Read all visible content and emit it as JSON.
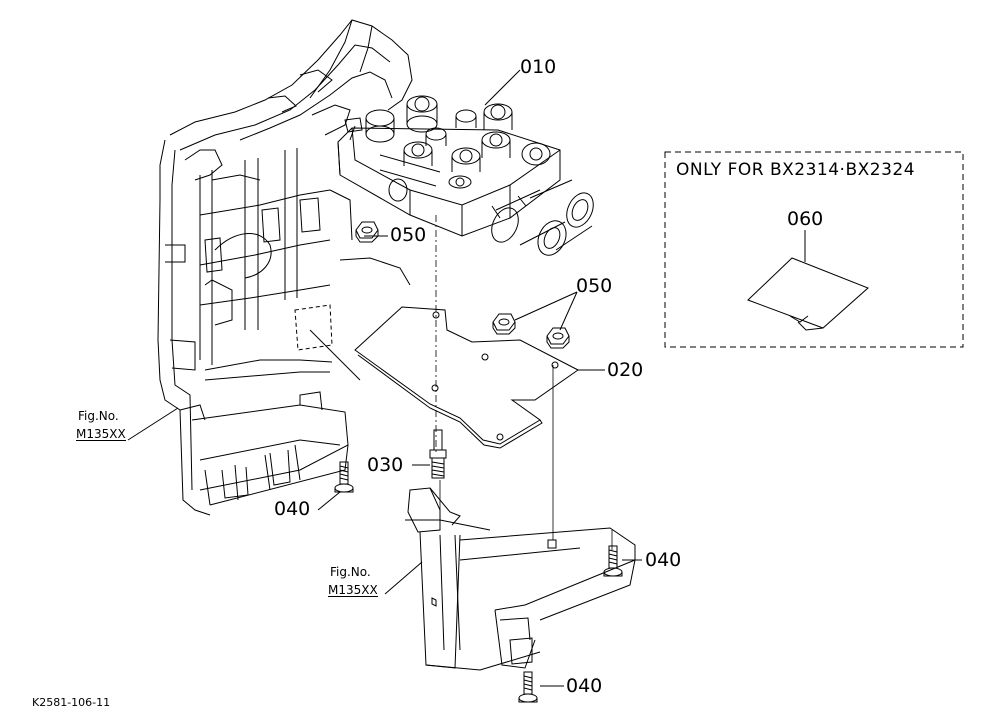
{
  "callouts": {
    "p010": "010",
    "p020": "020",
    "p030": "030",
    "p040a": "040",
    "p040b": "040",
    "p040c": "040",
    "p050a": "050",
    "p050b": "050",
    "p060": "060"
  },
  "fig_refs": {
    "left": {
      "line1": "Fig.No.",
      "line2": "M135XX"
    },
    "bottom": {
      "line1": "Fig.No.",
      "line2": "M135XX"
    }
  },
  "note_box": {
    "text": "ONLY FOR BX2314·BX2324"
  },
  "drawing_code": "K2581-106-11"
}
